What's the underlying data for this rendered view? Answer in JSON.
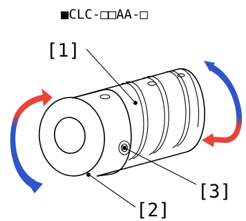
{
  "title": "■CLC-□□AA-□",
  "callouts": {
    "part1": "[1]",
    "part2": "[2]",
    "part3": "[3]"
  },
  "colors": {
    "arrow_blue": "#2f55c8",
    "arrow_red": "#e8453a",
    "outline": "#000000"
  }
}
